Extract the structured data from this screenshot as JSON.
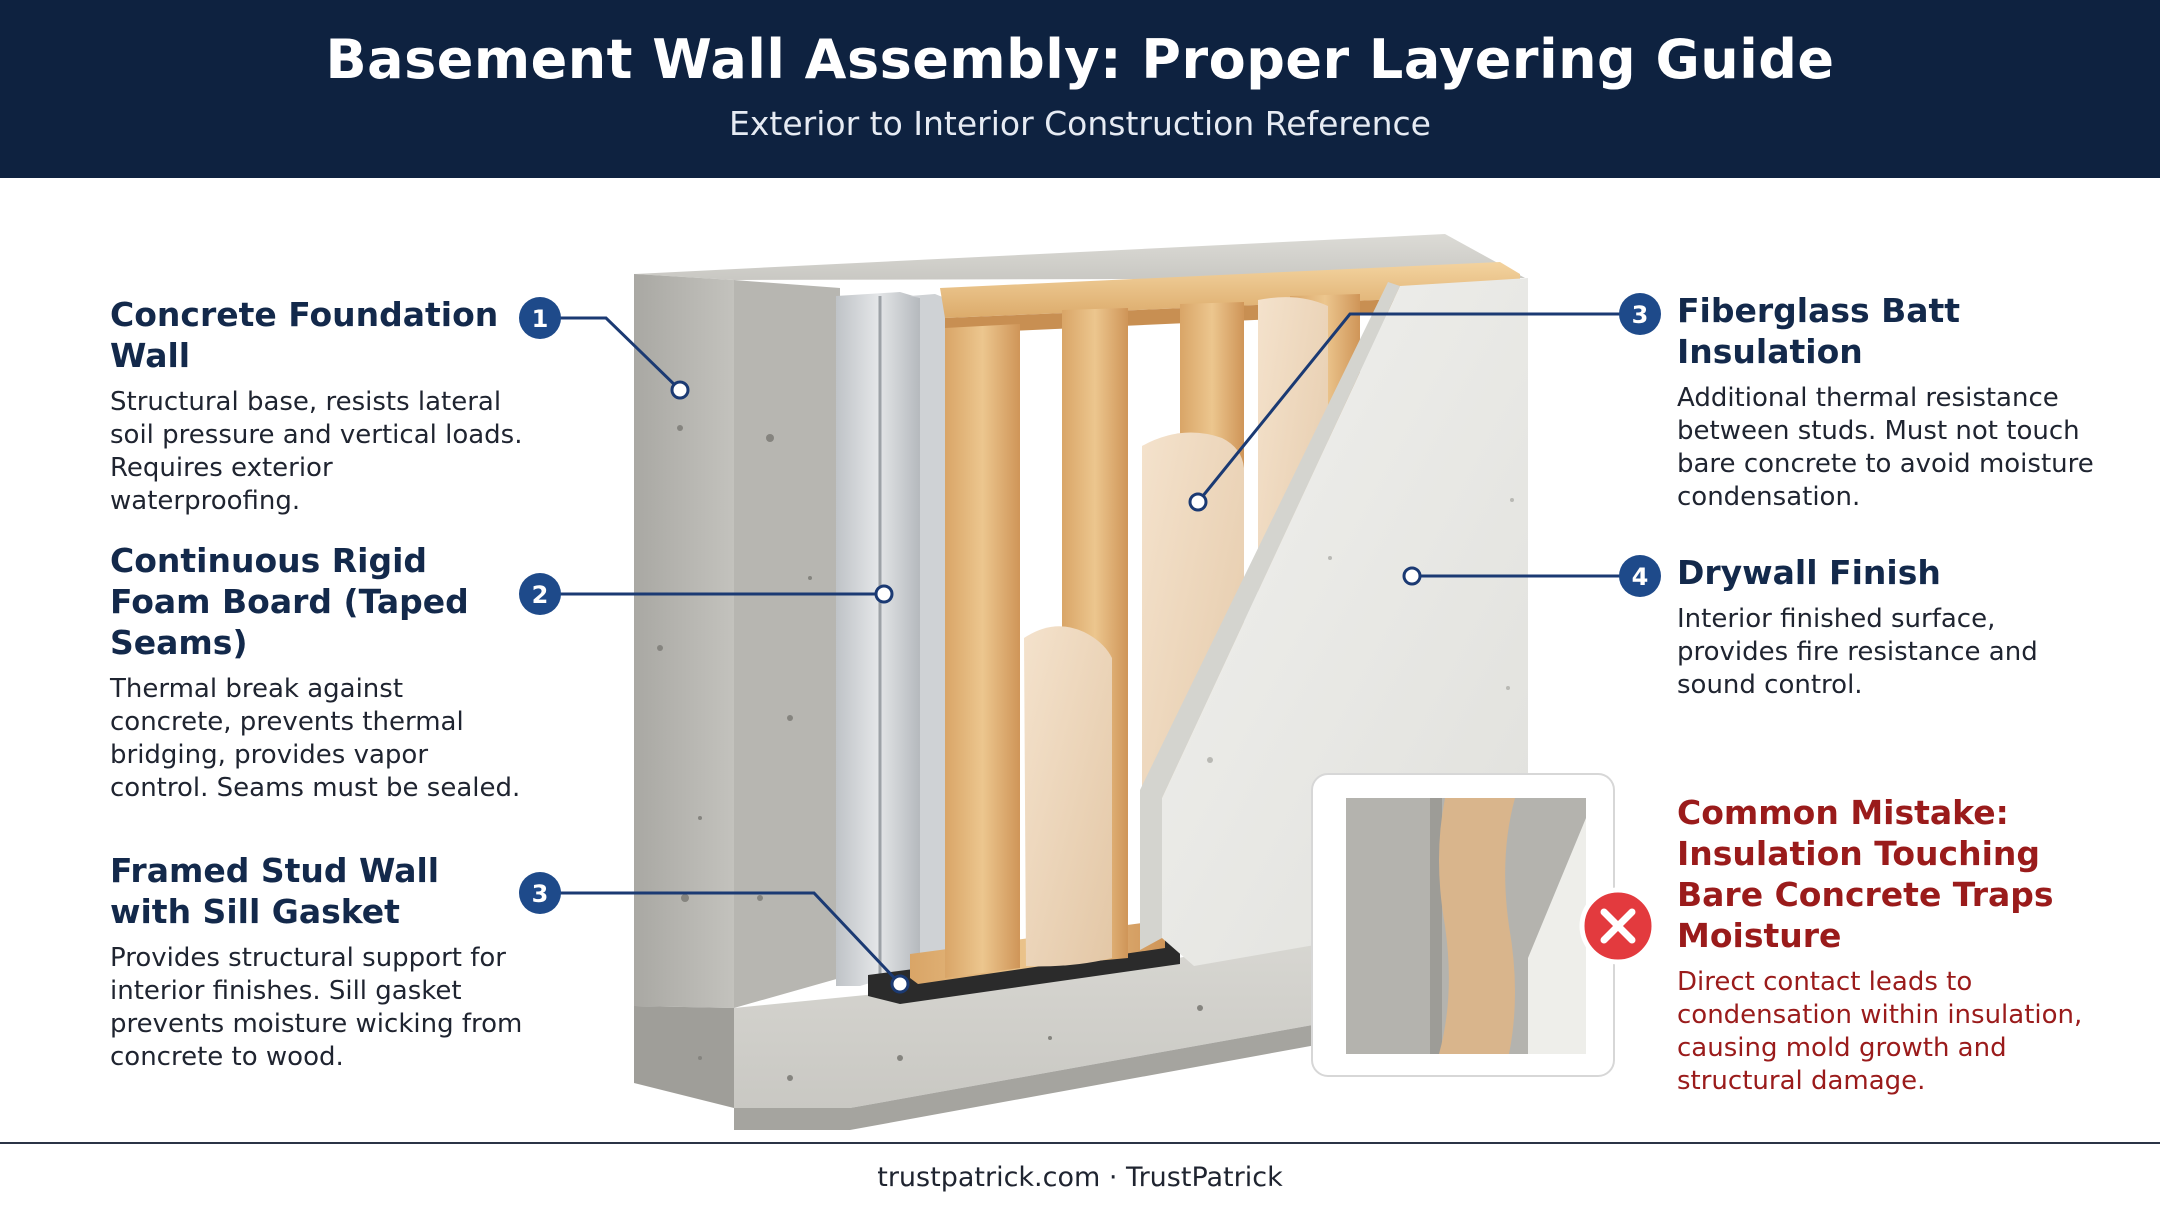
{
  "header": {
    "title": "Basement Wall Assembly: Proper Layering Guide",
    "subtitle": "Exterior to Interior Construction Reference"
  },
  "labels": [
    {
      "number": "1",
      "title": "Concrete Foundation Wall",
      "description": "Structural base, resists lateral soil pressure and vertical loads. Requires exterior waterproofing."
    },
    {
      "number": "2",
      "title": "Continuous Rigid Foam Board (Taped Seams)",
      "description": "Thermal break against concrete, prevents thermal bridging, provides vapor control. Seams must be sealed."
    },
    {
      "number": "3",
      "title": "Framed Stud Wall with Sill Gasket",
      "description": "Provides structural support for interior finishes. Sill gasket prevents moisture wicking from concrete to wood."
    },
    {
      "number": "3",
      "title": "Fiberglass Batt Insulation",
      "description": "Additional thermal resistance between studs. Must not touch bare concrete to avoid moisture condensation."
    },
    {
      "number": "4",
      "title": "Drywall Finish",
      "description": "Interior finished surface, provides fire resistance and sound control."
    }
  ],
  "mistake": {
    "title": "Common Mistake: Insulation Touching Bare Concrete Traps Moisture",
    "description": "Direct contact leads to condensation within insulation, causing mold growth and structural damage.",
    "icon": "error-x-icon"
  },
  "footer": "trustpatrick.com · TrustPatrick",
  "colors": {
    "header_bg": "#0e2240",
    "accent_blue": "#13294b",
    "warning_red": "#9a1b1b",
    "error_icon": "#e33a3e"
  }
}
